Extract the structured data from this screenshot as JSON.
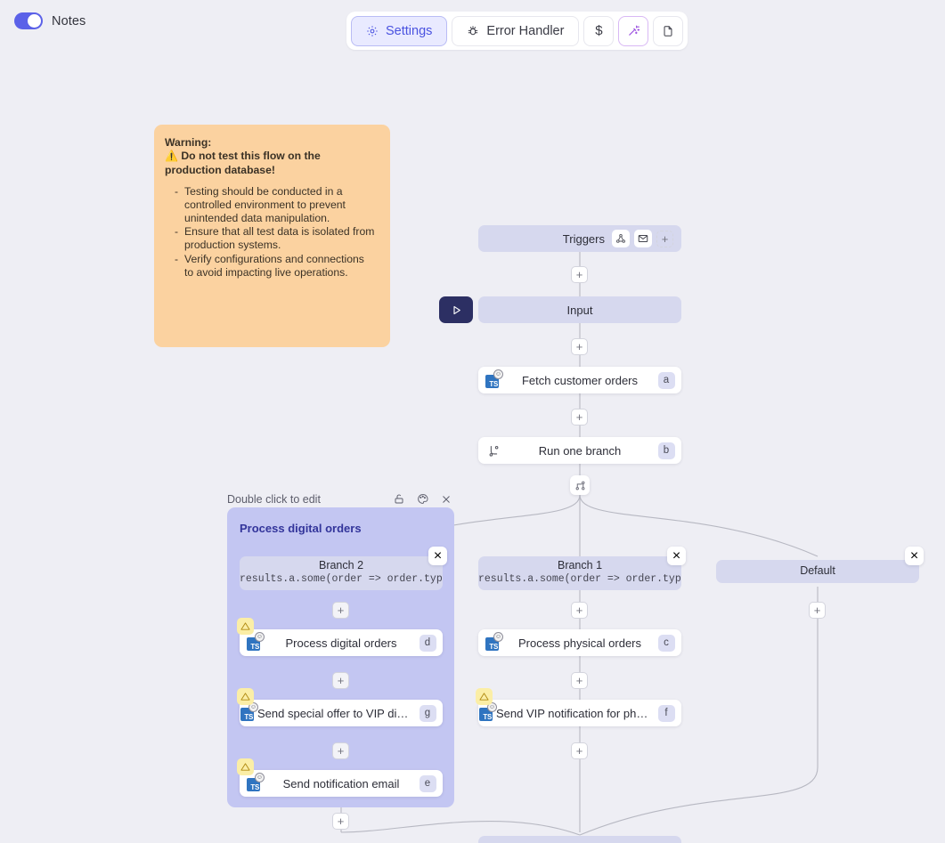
{
  "topbar": {
    "notes_toggle_label": "Notes",
    "notes_toggle_on": true,
    "buttons": [
      {
        "label": "Settings",
        "icon": "gear-icon",
        "active": true
      },
      {
        "label": "Error Handler",
        "icon": "bug-icon",
        "active": false
      },
      {
        "label": "$",
        "icon": "dollar-icon",
        "active": false
      },
      {
        "label": "",
        "icon": "magic-wand-icon",
        "active": false
      },
      {
        "label": "",
        "icon": "file-icon",
        "active": false
      }
    ]
  },
  "note": {
    "heading": "Warning:",
    "subheading_emoji": "⚠️",
    "subheading": "Do not test this flow on the production database!",
    "bullets": [
      "Testing should be conducted in a controlled environment to prevent unintended data manipulation.",
      "Ensure that all test data is isolated from production systems.",
      "Verify configurations and connections to avoid impacting live operations."
    ]
  },
  "flow": {
    "triggers": {
      "label": "Triggers",
      "icons": [
        "webhook-icon",
        "envelope-icon"
      ],
      "add_label": "+"
    },
    "input": {
      "label": "Input"
    },
    "run_button": {
      "icon": "play-icon"
    },
    "fetch": {
      "label": "Fetch customer orders",
      "badge": "a",
      "icon": "typescript-icon"
    },
    "run_one_branch": {
      "label": "Run one branch",
      "badge": "b",
      "icon": "branch-icon"
    },
    "split_icon": "branch-split-icon",
    "plus_label": "+"
  },
  "group": {
    "header_label": "Double click to edit",
    "header_icons": [
      "unlock-icon",
      "palette-icon",
      "close-icon"
    ],
    "title": "Process digital orders"
  },
  "branches": [
    {
      "name": "Branch 2",
      "expression": "results.a.some(order => order.type",
      "close_label": "×",
      "nodes": [
        {
          "label": "Process digital orders",
          "badge": "d",
          "icon": "typescript-icon",
          "warning": true
        },
        {
          "label": "Send special offer to VIP digital c...",
          "badge": "g",
          "icon": "typescript-icon",
          "warning": true
        },
        {
          "label": "Send notification email",
          "badge": "e",
          "icon": "typescript-icon",
          "warning": true
        }
      ]
    },
    {
      "name": "Branch 1",
      "expression": "results.a.some(order => order.type",
      "close_label": "×",
      "nodes": [
        {
          "label": "Process physical orders",
          "badge": "c",
          "icon": "typescript-icon",
          "warning": false
        },
        {
          "label": "Send VIP notification for physical...",
          "badge": "f",
          "icon": "typescript-icon",
          "warning": true
        }
      ]
    },
    {
      "name": "Default",
      "expression": "",
      "close_label": "×",
      "nodes": []
    }
  ],
  "colors": {
    "canvas": "#eeeef4",
    "accent": "#5b61e8",
    "group_fill": "#c3c6f2",
    "node_lavender": "#d6d8ee",
    "note_fill": "#fbd2a0",
    "run_button": "#2c2f63",
    "warning_badge": "#fbeea6"
  }
}
